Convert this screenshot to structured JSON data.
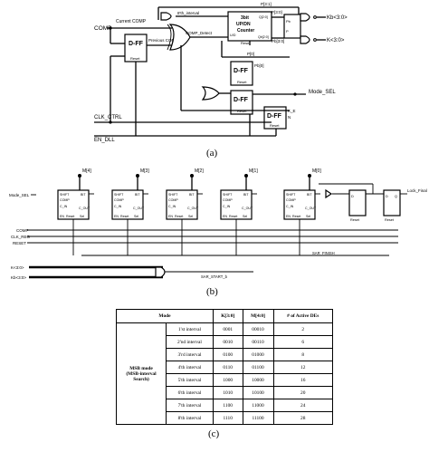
{
  "panel_a": {
    "caption": "(a)",
    "inputs": {
      "comp": "COMP",
      "clk_ctrl": "CLK_CTRL",
      "en_dll": "EN_DLL"
    },
    "signals": {
      "current_comp": "Current COMP",
      "previous_comp": "Previous COMP",
      "comp_detect": "COMP_Detect",
      "bit_interval": "8'th_interval",
      "p_3_1": "P[3:1]",
      "p_0": "P[0]",
      "pb_0": "Pb[0]",
      "k_e": "K_E",
      "n": "N"
    },
    "blocks": {
      "dff": "D-FF",
      "dff_reset": "Reset",
      "counter_line1": "3bit",
      "counter_line2": "UP/DN",
      "counter_line3": "Counter",
      "counter_reset": "Reset",
      "counter_updn": "U/D",
      "counter_q": "Q[2:0]",
      "counter_qb": "Qb[2:0]",
      "counter_clk": "Clk",
      "reg_p": "P[3:0]",
      "reg_pb": "Pb[3:0]",
      "pb": "Pb",
      "p": "P"
    },
    "outputs": {
      "k": "K<3:0>",
      "kb": "Kb<3:0>",
      "mode_sel": "Mode_SEL"
    }
  },
  "panel_b": {
    "caption": "(b)",
    "inputs": {
      "mode_sel": "Mode_SEL",
      "comp": "COMP",
      "clk_reg": "CLK_REG",
      "reset": "RESET",
      "k": "K<3:0>",
      "kb": "Kb<3:0>"
    },
    "taps": [
      "M[4]",
      "M[3]",
      "M[2]",
      "M[1]",
      "M[0]"
    ],
    "cell": {
      "shift": "SHIFT",
      "comp": "COMP",
      "clin": "C_IN",
      "en": "EN",
      "reset": "Reset",
      "sel": "Sel",
      "bit": "BIT",
      "cout": "C_OUT"
    },
    "signals": {
      "sar_finish": "SAR_FINISH",
      "sar_start": "SAR_START_b",
      "lock": "Lock_Final"
    },
    "end_cell": {
      "d": "D",
      "reset": "Reset",
      "q": "Q"
    }
  },
  "panel_c": {
    "caption": "(c)",
    "headers": [
      "Mode",
      "K[3:0]",
      "M[4:0]",
      "# of Active DEs"
    ],
    "mode_label_line1": "MSB mode",
    "mode_label_line2": "(MSB-interval",
    "mode_label_line3": "Search)",
    "rows": [
      {
        "interval": "1'st interval",
        "k": "0001",
        "m": "00010",
        "des": "2"
      },
      {
        "interval": "2'nd interval",
        "k": "0010",
        "m": "00110",
        "des": "6"
      },
      {
        "interval": "3'rd interval",
        "k": "0100",
        "m": "01000",
        "des": "8"
      },
      {
        "interval": "4'th interval",
        "k": "0110",
        "m": "01100",
        "des": "12"
      },
      {
        "interval": "5'th interval",
        "k": "1000",
        "m": "10000",
        "des": "16"
      },
      {
        "interval": "6'th interval",
        "k": "1010",
        "m": "10100",
        "des": "20"
      },
      {
        "interval": "7'th interval",
        "k": "1100",
        "m": "11000",
        "des": "24"
      },
      {
        "interval": "8'th interval",
        "k": "1110",
        "m": "11100",
        "des": "28"
      }
    ]
  }
}
